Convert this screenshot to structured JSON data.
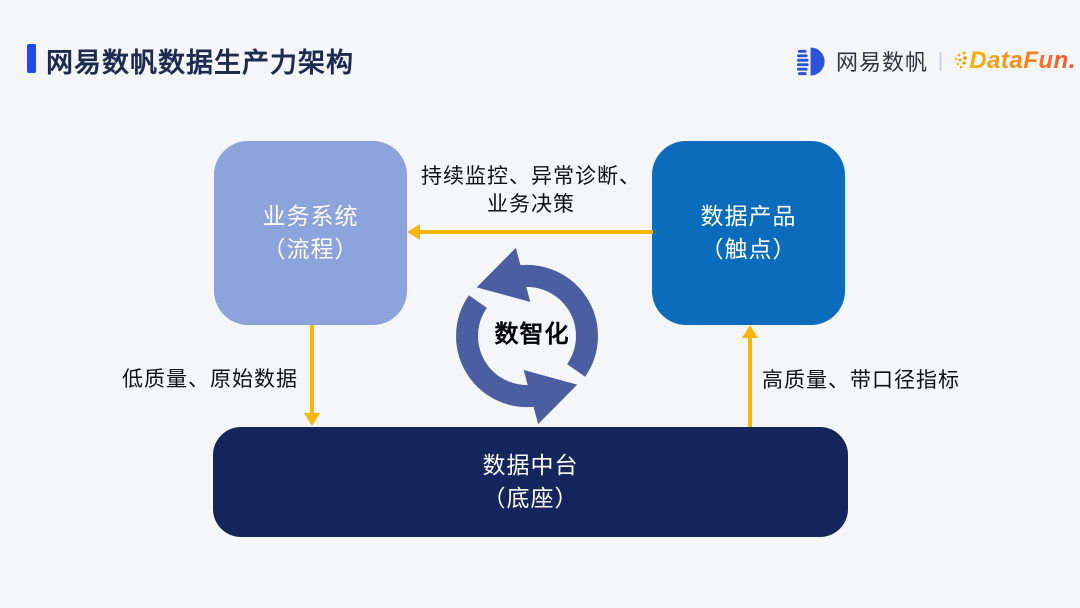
{
  "header": {
    "title": "网易数帆数据生产力架构",
    "brand": {
      "netease_name": "网易数帆",
      "divider": "|",
      "datafun_name": "DataFun."
    }
  },
  "diagram": {
    "nodes": {
      "business": {
        "line1": "业务系统",
        "line2": "（流程）"
      },
      "product": {
        "line1": "数据产品",
        "line2": "（触点）"
      },
      "platform": {
        "line1": "数据中台",
        "line2": "（底座）"
      }
    },
    "edges": {
      "product_to_business": {
        "label_line1": "持续监控、异常诊断、",
        "label_line2": "业务决策",
        "direction": "left"
      },
      "business_to_platform": {
        "label": "低质量、原始数据",
        "direction": "down"
      },
      "platform_to_product": {
        "label": "高质量、带口径指标",
        "direction": "up"
      }
    },
    "cycle": {
      "label": "数智化"
    }
  },
  "colors": {
    "bg": "#F4F6FA",
    "accent-blue": "#1C4BF2",
    "title": "#1D2B50",
    "box-business": "#8CA3DB",
    "box-product": "#0B6CBB",
    "box-platform": "#14265C",
    "cycle": "#4C5EA2",
    "arrow": "#FBB40C",
    "label": "#111111",
    "netease-blue": "#2B53DD",
    "datafun-start": "#F8B500",
    "datafun-end": "#F5512E"
  }
}
